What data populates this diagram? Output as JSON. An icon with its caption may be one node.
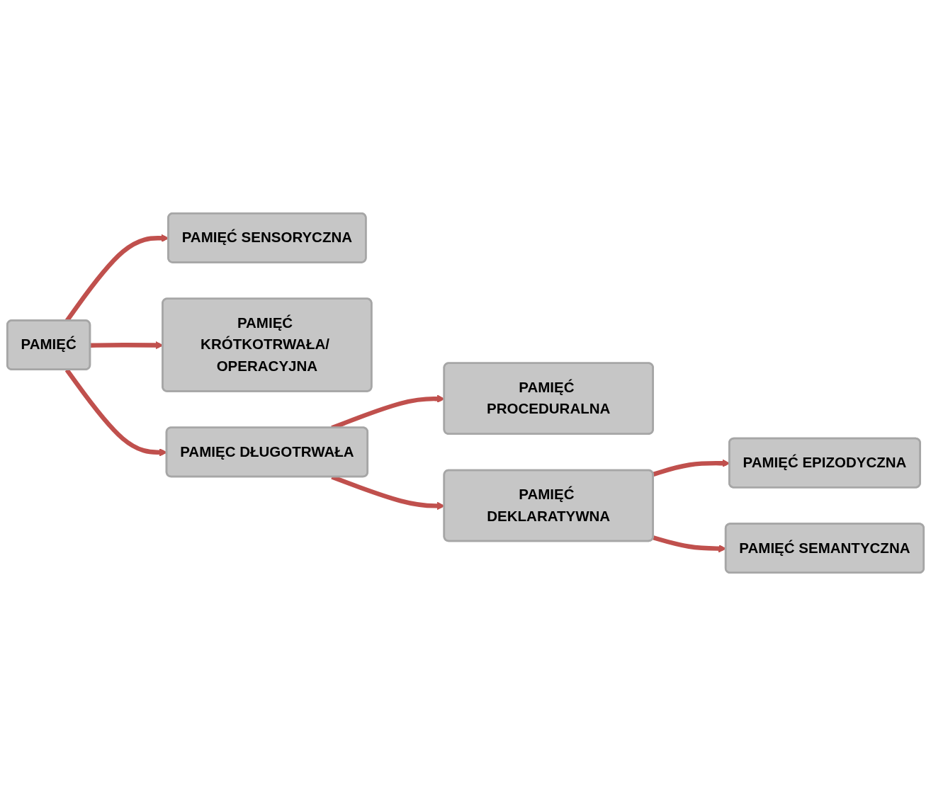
{
  "diagram": {
    "nodes": [
      {
        "text": [
          "PAMIĘĆ SENSORYCZNA"
        ]
      },
      {
        "text": [
          "PAMIĘĆ KRÓTKOTRWAŁA/ OPERACYJNA"
        ]
      },
      {
        "text": [
          "PAMIĘĆ"
        ]
      },
      {
        "text": [
          "PAMIĘĆ PROCEDURALNA"
        ]
      },
      {
        "text": [
          "PAMIĘC DŁUGOTRWAŁA"
        ]
      },
      {
        "text": [
          "PAMIĘĆ EPIZODYCZNA"
        ]
      },
      {
        "text": [
          "PAMIĘĆ DEKLARATYWNA"
        ]
      },
      {
        "text": [
          "PAMIĘĆ SEMANTYCZNA"
        ]
      }
    ],
    "edges": [
      {
        "from": 2,
        "to": 0,
        "arrow": "to"
      },
      {
        "from": 2,
        "to": 1,
        "arrow": "to"
      },
      {
        "from": 2,
        "to": 4,
        "arrow": "to"
      },
      {
        "from": 4,
        "to": 3,
        "arrow": "to"
      },
      {
        "from": 4,
        "to": 6,
        "arrow": "to"
      },
      {
        "from": 6,
        "to": 5,
        "arrow": "to"
      },
      {
        "from": 6,
        "to": 7,
        "arrow": "to"
      }
    ]
  }
}
